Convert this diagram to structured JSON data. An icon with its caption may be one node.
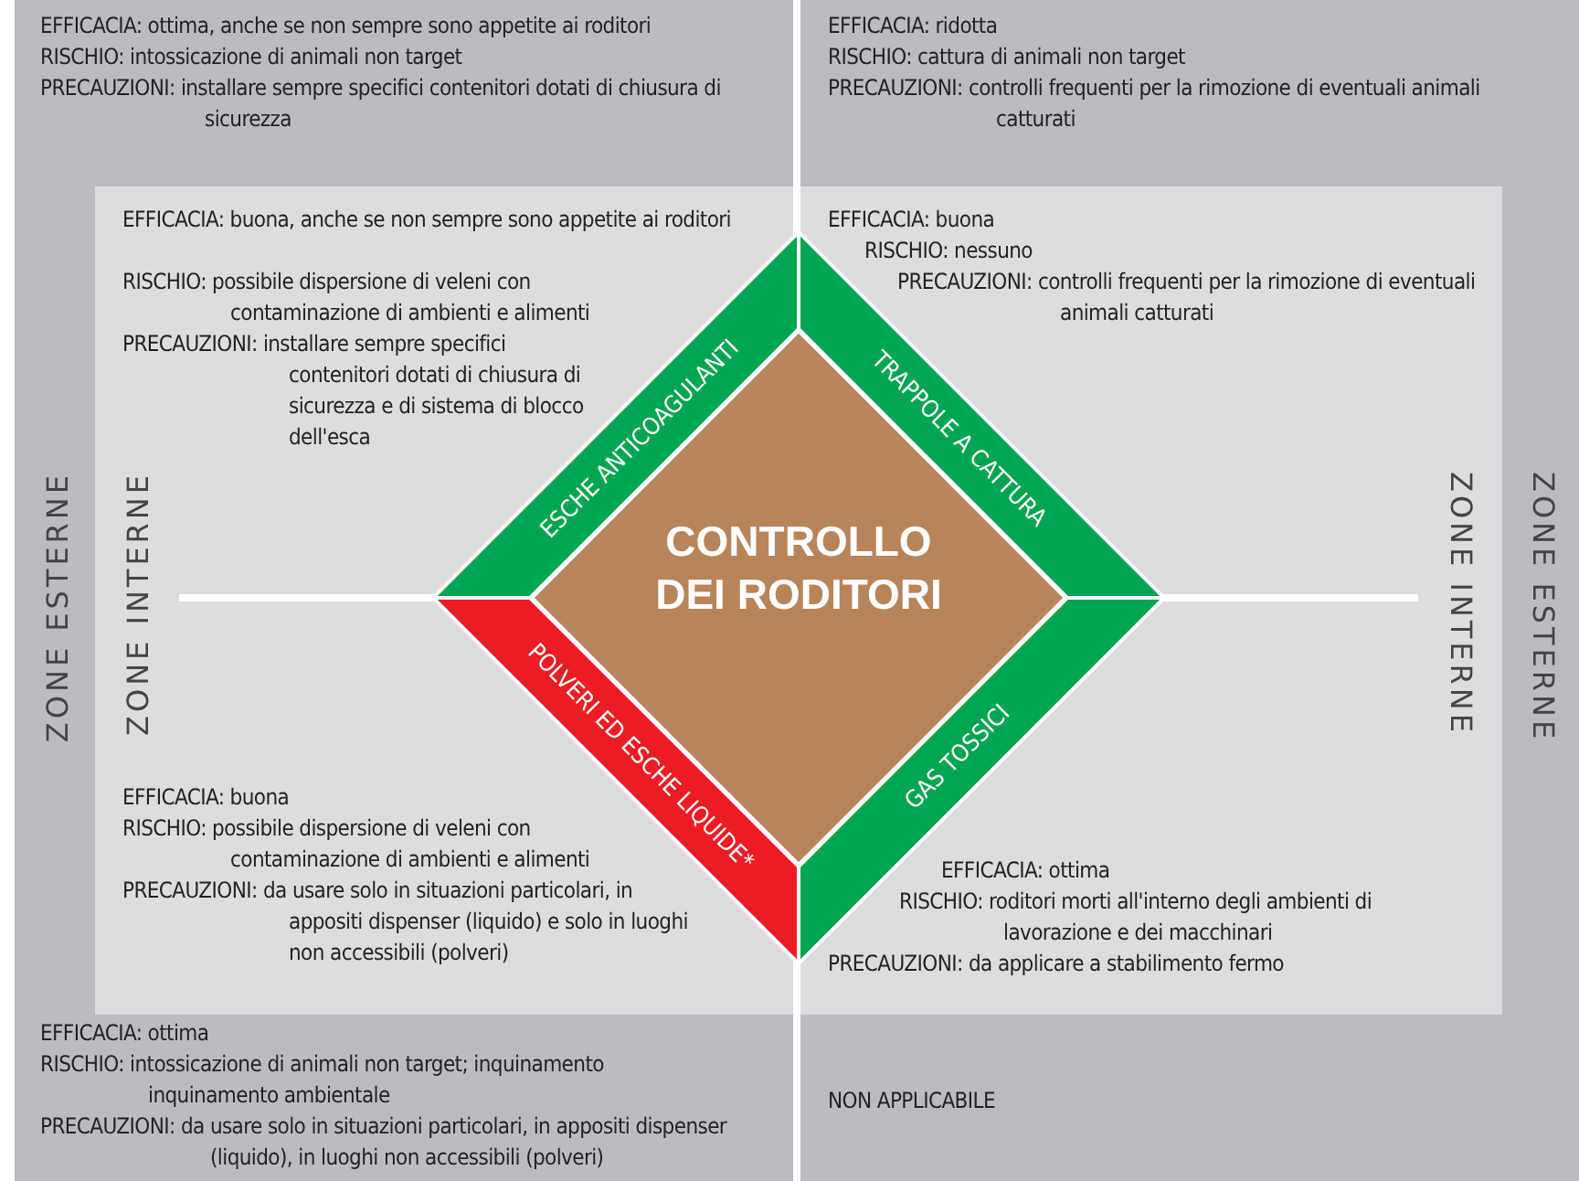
{
  "diagram": {
    "nodes": [
      {
        "text": [
          "CONTROLLO DEI RODITORI"
        ]
      },
      {
        "text": [
          "ESCHE ANTICOAGULANTI"
        ]
      },
      {
        "text": [
          "TRAPPOLE A CATTURA"
        ]
      },
      {
        "text": [
          "POLVERI ED ESCHE LIQUIDE*"
        ]
      },
      {
        "text": [
          "GAS TOSSICI"
        ]
      }
    ],
    "labels": [
      "EFFICACIA: ottima, anche se non sempre sono appetite ai roditori",
      "RISCHIO: intossicazione di animali non target",
      "PRECAUZIONI: installare sempre specifici contenitori dotati di chiusura di sicurezza",
      "EFFICACIA: ridotta",
      "RISCHIO: cattura di animali non target",
      "PRECAUZIONI: controlli frequenti per la rimozione di eventuali animali catturati",
      "EFFICACIA: buona, anche se non sempre sono appetite ai roditori",
      "RISCHIO: possibile dispersione di veleni con contaminazione di ambienti e alimenti",
      "PRECAUZIONI: installare sempre specifici contenitori dotati di chiusura di sicurezza e di sistema di blocco dell'esca",
      "EFFICACIA: buona",
      "RISCHIO: nessuno",
      "PRECAUZIONI: controlli frequenti per la rimozione di eventuali animali catturati",
      "ZONE ESTERNE",
      "ZONE INTERNE",
      "ZONE INTERNE",
      "ZONE ESTERNE",
      "EFFICACIA: buona",
      "RISCHIO: possibile dispersione di veleni con contaminazione di ambienti e alimenti",
      "PRECAUZIONI: da usare solo in situazioni particolari, in appositi dispenser (liquido) e solo in luoghi non accessibili (polveri)",
      "EFFICACIA: ottima",
      "RISCHIO: roditori morti all'interno degli ambienti di lavorazione e dei macchinari",
      "PRECAUZIONI: da applicare a stabilimento fermo",
      "EFFICACIA: ottima",
      "RISCHIO: intossicazione di animali non target; inquinamento inquinamento ambientale",
      "PRECAUZIONI: da usare solo in situazioni particolari, in appositi dispenser (liquido), in luoghi non accessibili (polveri)",
      "NON APPLICABILE"
    ]
  }
}
